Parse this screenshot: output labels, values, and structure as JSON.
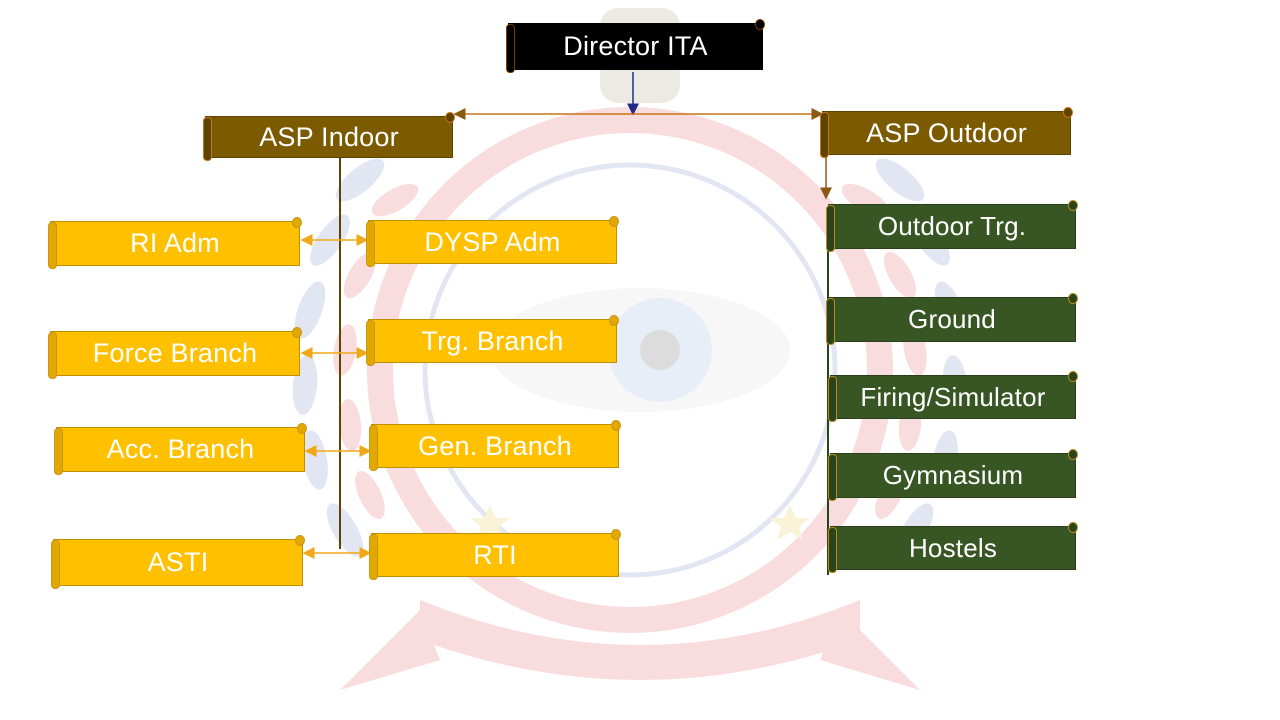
{
  "chart_data": {
    "type": "org-chart",
    "root": "Director ITA",
    "branches": [
      {
        "head": "ASP Indoor",
        "left_column": [
          "RI Adm",
          "Force Branch",
          "Acc.  Branch",
          "ASTI"
        ],
        "right_column": [
          "DYSP Adm",
          "Trg. Branch",
          "Gen. Branch",
          "RTI"
        ]
      },
      {
        "head": "ASP Outdoor",
        "units": [
          "Outdoor Trg.",
          "Ground",
          "Firing/Simulator",
          "Gymnasium",
          "Hostels"
        ]
      }
    ]
  },
  "colors": {
    "root": "#000000",
    "heads": "#7b5a00",
    "indoor_units": "#ffc000",
    "outdoor_units": "#375623",
    "indoor_connectors": "#f0a818",
    "trunk": "#5e4400",
    "director_arrow": "#1f2a8a"
  }
}
